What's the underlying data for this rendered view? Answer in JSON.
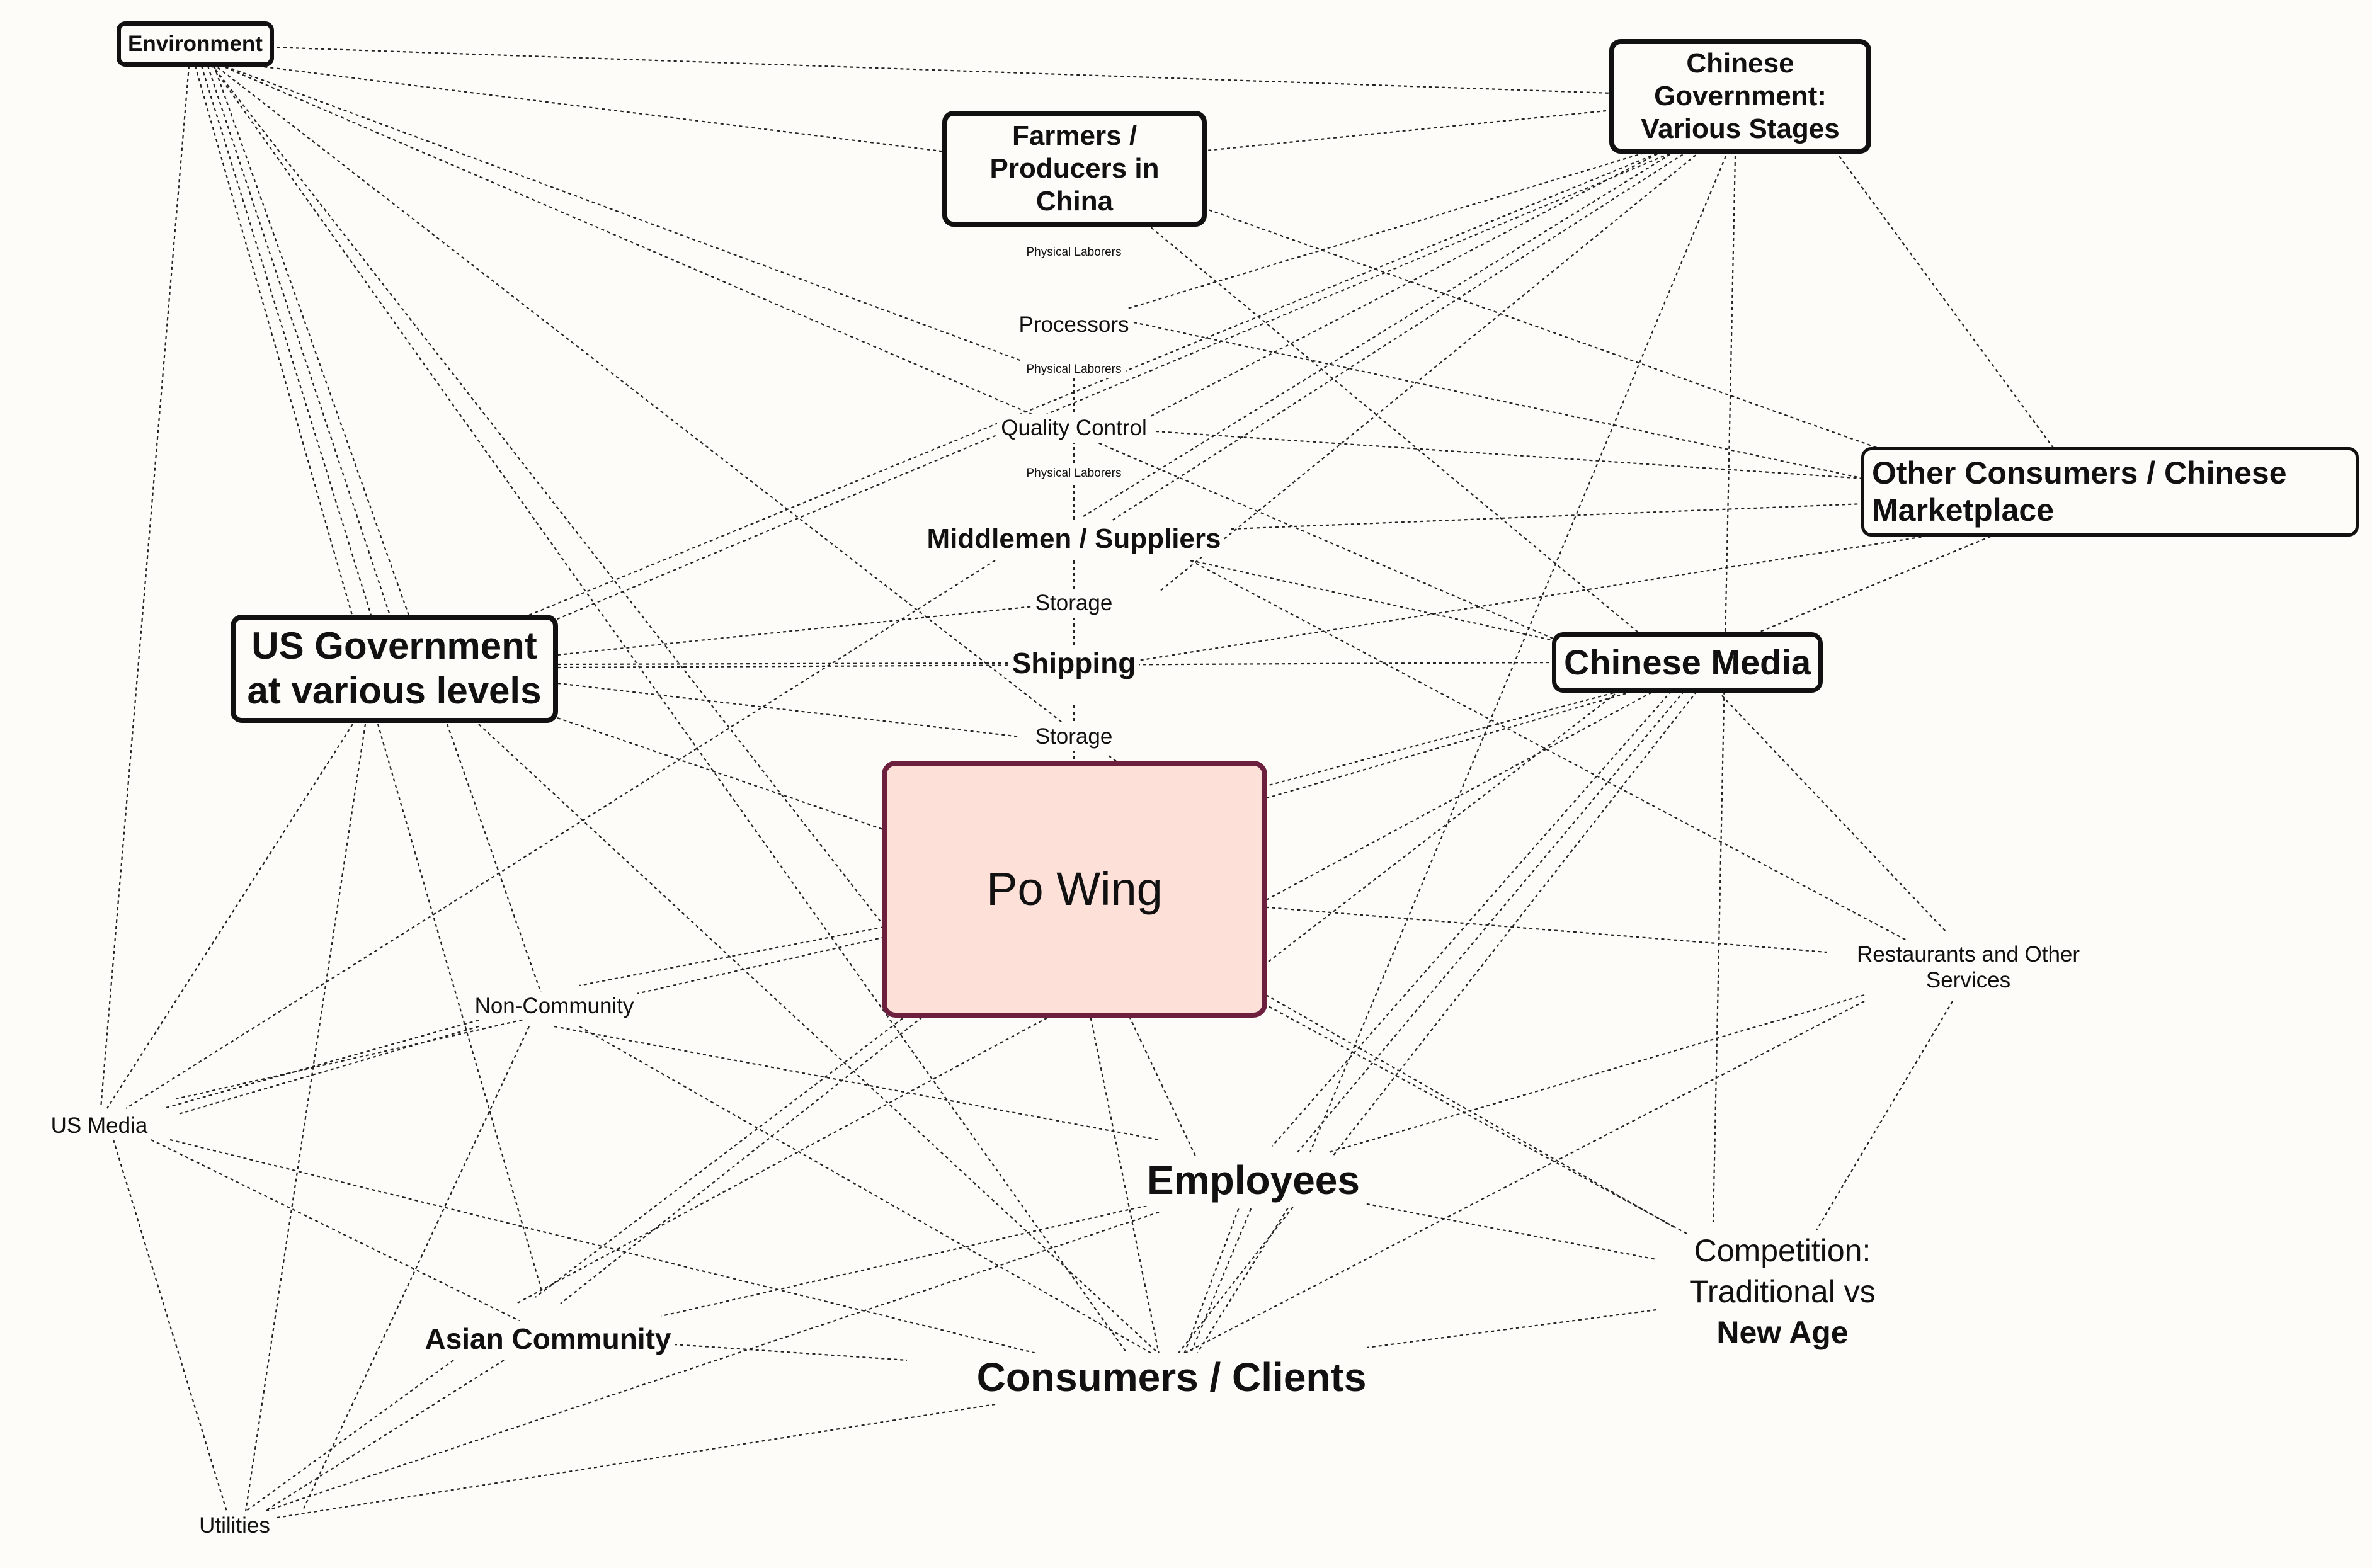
{
  "diagram": {
    "center": "Po Wing",
    "nodes": {
      "environment": "Environment",
      "chinese_gov": "Chinese Government: Various Stages",
      "farmers": "Farmers / Producers in China",
      "laborers_1": "Physical Laborers",
      "processors": "Processors",
      "laborers_2": "Physical Laborers",
      "quality_control": "Quality Control",
      "laborers_3": "Physical Laborers",
      "middlemen": "Middlemen / Suppliers",
      "other_consumers": "Other Consumers / Chinese Marketplace",
      "storage_1": "Storage",
      "shipping": "Shipping",
      "storage_2": "Storage",
      "us_gov": "US Government at various levels",
      "chinese_media": "Chinese Media",
      "restaurants": "Restaurants and Other Services",
      "non_community": "Non-Community",
      "us_media": "US Media",
      "employees": "Employees",
      "competition_1": "Competition:",
      "competition_2": "Traditional vs",
      "competition_3": "New Age",
      "asian_community": "Asian Community",
      "consumers": "Consumers / Clients",
      "utilities": "Utilities"
    }
  }
}
